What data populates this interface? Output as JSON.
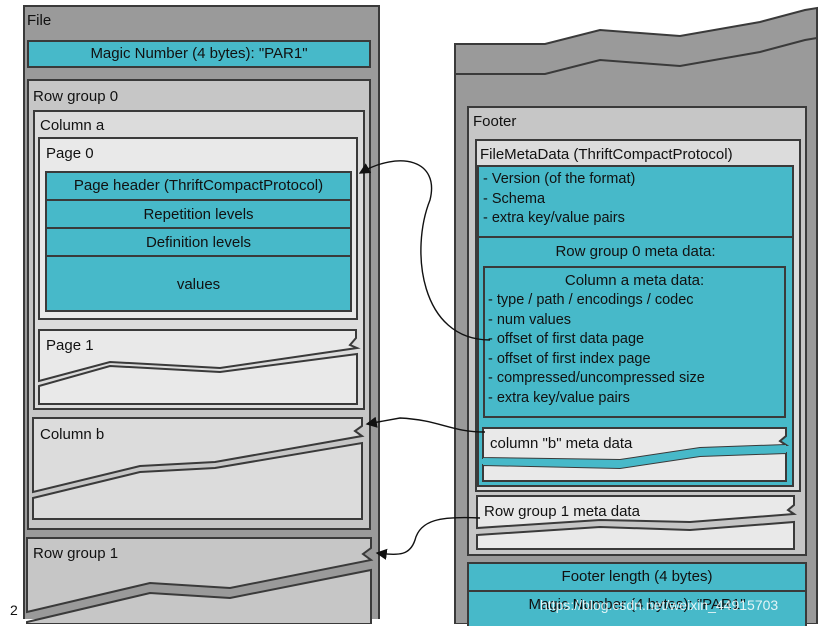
{
  "file": {
    "title": "File",
    "magic": "Magic Number (4 bytes): \"PAR1\"",
    "row_group_0": {
      "title": "Row group 0",
      "column_a": {
        "title": "Column a",
        "page_0": {
          "title": "Page 0",
          "header": "Page header (ThriftCompactProtocol)",
          "repetition": "Repetition levels",
          "definition": "Definition levels",
          "values": "values"
        },
        "page_1": "Page 1"
      },
      "column_b": "Column b"
    },
    "row_group_1": "Row group 1"
  },
  "footer": {
    "title": "Footer",
    "file_meta": {
      "title": "FileMetaData (ThriftCompactProtocol)",
      "items": [
        "- Version (of the format)",
        "- Schema",
        "- extra key/value pairs"
      ]
    },
    "rg0_meta": {
      "title": "Row group 0 meta data:",
      "col_a_meta": {
        "title": "Column a meta data:",
        "items": [
          "- type / path / encodings /  codec",
          "- num values",
          "- offset of first data page",
          "- offset of first index page",
          "- compressed/uncompressed size",
          "- extra key/value pairs"
        ]
      },
      "col_b_meta": "column \"b\" meta data"
    },
    "rg1_meta": "Row group 1 meta data",
    "footer_length": "Footer length (4 bytes)",
    "magic": "Magic Number (4 bytes): \"PAR1\""
  },
  "watermark": "https://blog.csdn.net/weixin_44915703",
  "corner_mark": "2"
}
